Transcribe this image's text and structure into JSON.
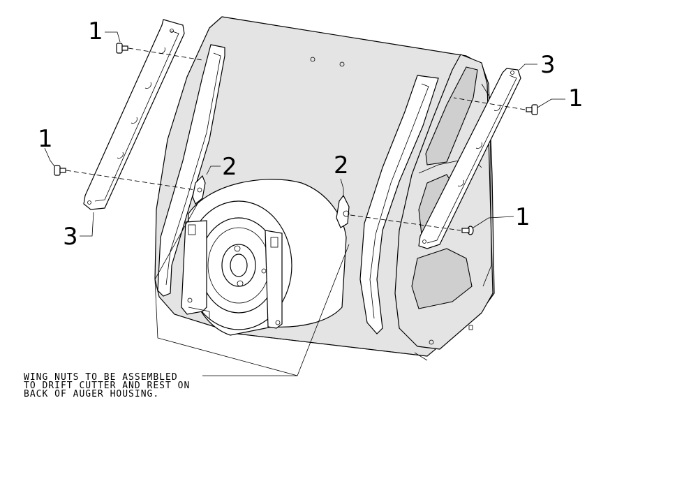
{
  "callouts": {
    "c1_top_left": "1",
    "c1_left": "1",
    "c1_right_top": "1",
    "c1_right_mid": "1",
    "c2_left": "2",
    "c2_center": "2",
    "c3_left": "3",
    "c3_right": "3"
  },
  "note": {
    "line1": "WING NUTS TO BE ASSEMBLED",
    "line2": "TO DRIFT CUTTER AND REST ON",
    "line3": "BACK OF AUGER HOUSING."
  },
  "colors": {
    "line": "#000000",
    "housing_fill": "#e4e4e4",
    "background": "#ffffff"
  }
}
